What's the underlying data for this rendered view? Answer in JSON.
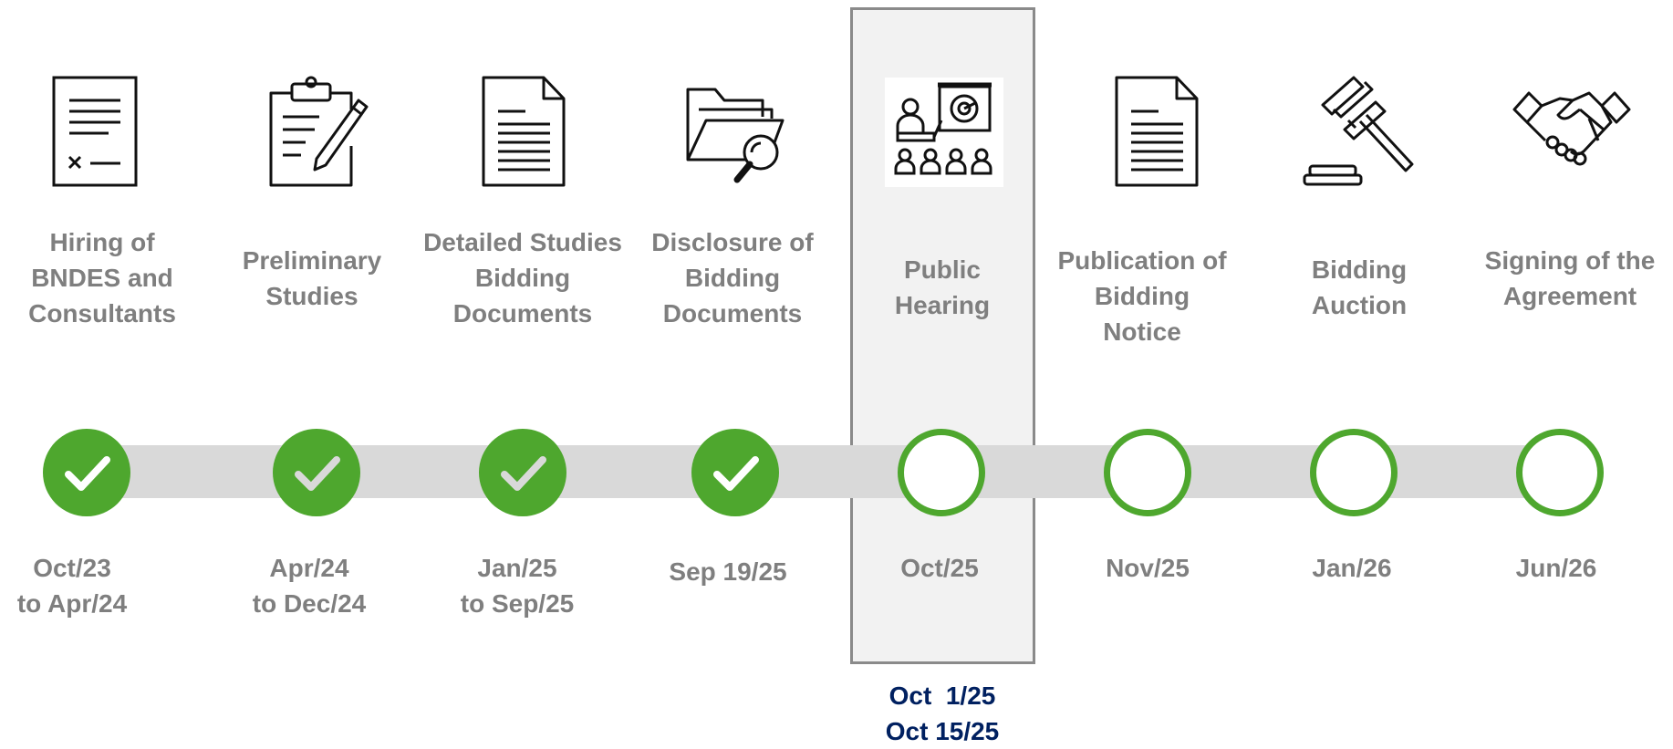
{
  "highlight": {
    "sub_dates": [
      "Oct  1/25",
      "Oct 15/25"
    ]
  },
  "colors": {
    "accent_green": "#4ea72e",
    "text_gray": "#7f7f7f",
    "track_gray": "#d9d9d9",
    "sub_date_navy": "#002060",
    "highlight_bg": "#f2f2f2"
  },
  "steps": [
    {
      "label": "Hiring of\nBNDES and\nConsultants",
      "date": "Oct/23\nto Apr/24",
      "status": "done",
      "icon": "contract-icon"
    },
    {
      "label": "Preliminary\nStudies",
      "date": "Apr/24\nto Dec/24",
      "status": "done",
      "icon": "clipboard-pencil-icon"
    },
    {
      "label": "Detailed Studies\nBidding\nDocuments",
      "date": "Jan/25\nto Sep/25",
      "status": "done",
      "icon": "document-icon"
    },
    {
      "label": "Disclosure of\nBidding\nDocuments",
      "date": "Sep 19/25",
      "status": "done",
      "icon": "folder-search-icon"
    },
    {
      "label": "Public\nHearing",
      "date": "Oct/25",
      "status": "pending",
      "icon": "presentation-audience-icon"
    },
    {
      "label": "Publication of\nBidding\nNotice",
      "date": "Nov/25",
      "status": "pending",
      "icon": "document-icon"
    },
    {
      "label": "Bidding\nAuction",
      "date": "Jan/26",
      "status": "pending",
      "icon": "gavel-icon"
    },
    {
      "label": "Signing of the\nAgreement",
      "date": "Jun/26",
      "status": "pending",
      "icon": "handshake-icon"
    }
  ]
}
